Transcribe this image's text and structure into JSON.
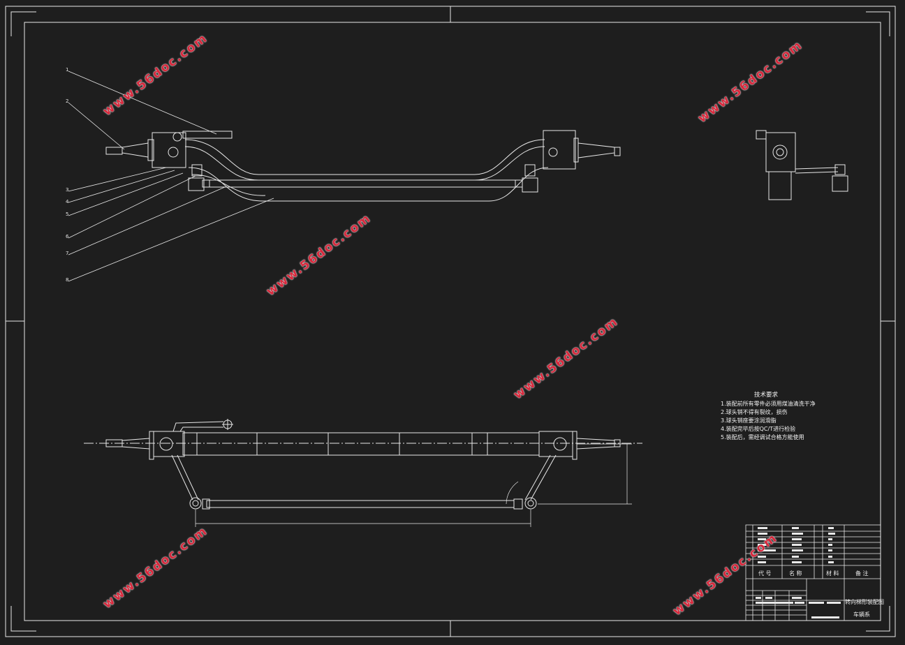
{
  "drawing": {
    "part_numbers": [
      "1",
      "2",
      "3",
      "4",
      "5",
      "6",
      "7",
      "8"
    ],
    "tech_requirements": {
      "title": "技术要求",
      "items": [
        "1.装配前所有零件必须用煤油清洗干净",
        "2.球头销不得有裂纹，损伤",
        "3.球头销座要涂润滑脂",
        "4.装配完毕后按QC/T进行检验",
        "5.装配后，需经调试合格方能使用"
      ]
    },
    "title_block": {
      "col_code": "代 号",
      "col_name": "名 称",
      "col_material": "材 料",
      "col_remark": "备 注",
      "drawing_name": "转向梯形装配图",
      "school": "车辆系"
    },
    "watermark": "www.56doc.com"
  },
  "colors": {
    "background": "#1e1e1e",
    "lines": "#ffffff",
    "watermark": "#d8283c"
  }
}
